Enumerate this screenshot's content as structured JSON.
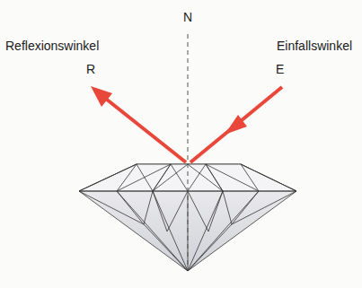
{
  "diagram": {
    "labels": [
      "Reflexionswinkel",
      "R",
      "N",
      "Einfallswinkel",
      "E"
    ]
  }
}
